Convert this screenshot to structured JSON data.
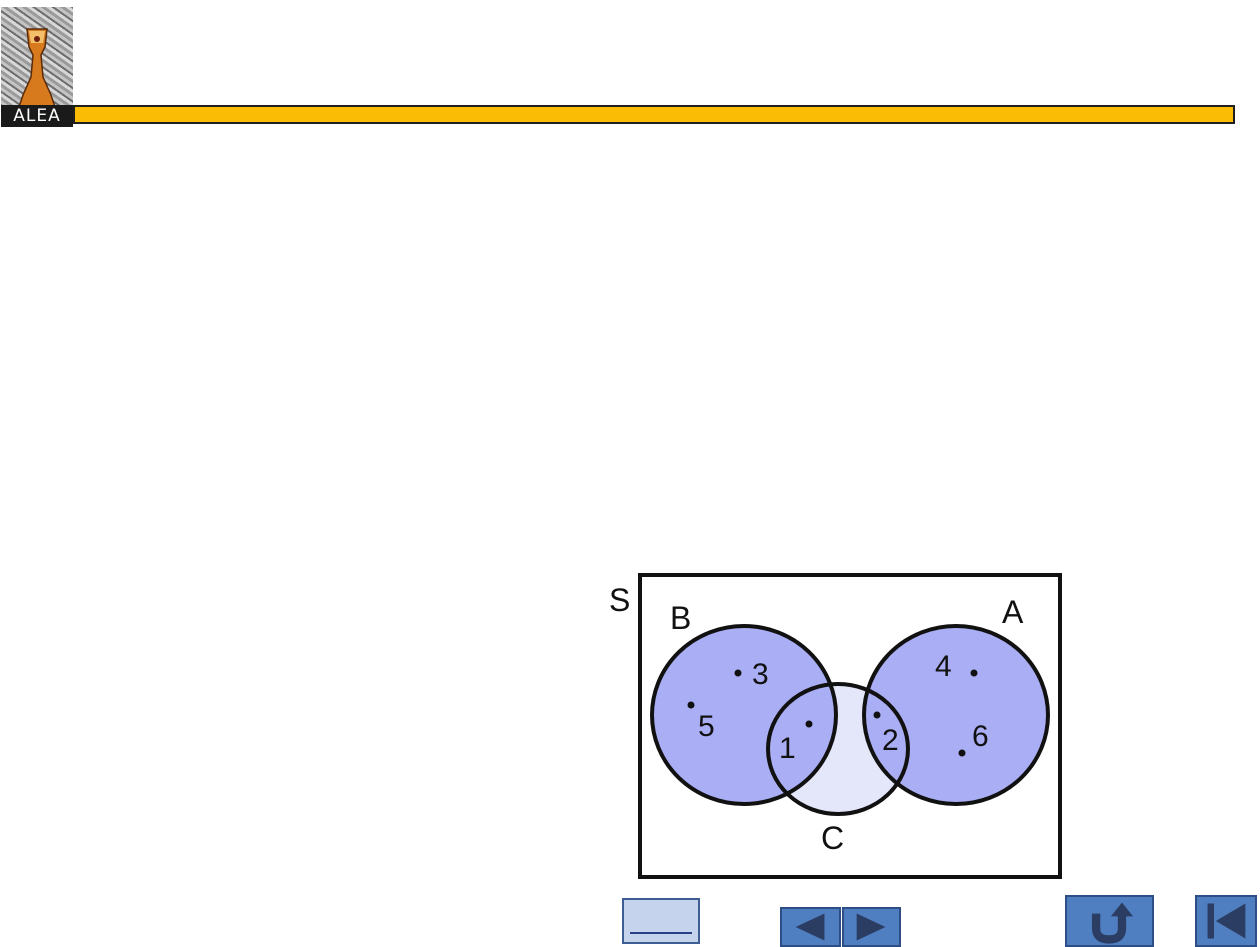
{
  "logo": {
    "text": "ALEA"
  },
  "diagram": {
    "sample_space_label": "S",
    "sets": {
      "A": {
        "label": "A"
      },
      "B": {
        "label": "B"
      },
      "C": {
        "label": "C"
      }
    },
    "elements": [
      "3",
      "5",
      "1",
      "2",
      "4",
      "6"
    ],
    "colors": {
      "set_fill": "#aaaef4",
      "c_only_fill": "#e4e6fa",
      "outline": "#111111",
      "header_bar": "#fbbc05"
    }
  },
  "nav": {
    "prev_icon": "triangle-left-icon",
    "next_icon": "triangle-right-icon",
    "return_icon": "u-turn-arrow-icon",
    "first_icon": "skip-to-first-icon"
  }
}
